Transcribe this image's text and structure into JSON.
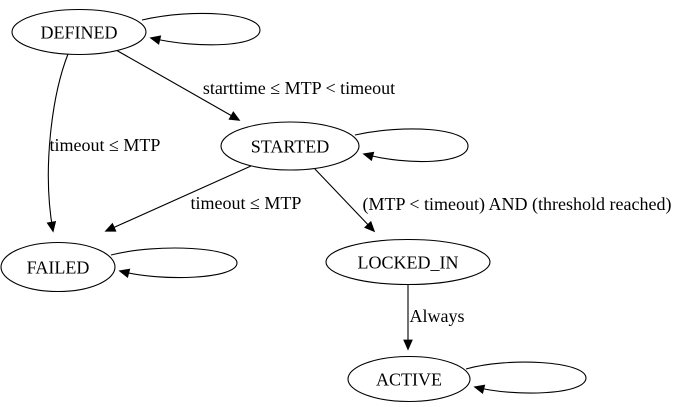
{
  "diagram": {
    "type": "state-transition-graph",
    "background_color": "#ffffff",
    "node_fill_color": "#ffffff",
    "node_stroke_color": "#000000",
    "edge_color": "#000000",
    "text_color": "#000000",
    "nodes": [
      {
        "label": "DEFINED",
        "has_self_loop": true
      },
      {
        "label": "STARTED",
        "has_self_loop": true
      },
      {
        "label": "FAILED",
        "has_self_loop": true
      },
      {
        "label": "LOCKED_IN",
        "has_self_loop": false
      },
      {
        "label": "ACTIVE",
        "has_self_loop": true
      }
    ],
    "edges": [
      {
        "from": "DEFINED",
        "to": "STARTED",
        "label": "starttime ≤ MTP < timeout"
      },
      {
        "from": "DEFINED",
        "to": "FAILED",
        "label": "timeout ≤ MTP"
      },
      {
        "from": "STARTED",
        "to": "FAILED",
        "label": "timeout ≤ MTP"
      },
      {
        "from": "STARTED",
        "to": "LOCKED_IN",
        "label": "(MTP < timeout) AND (threshold reached)"
      },
      {
        "from": "LOCKED_IN",
        "to": "ACTIVE",
        "label": "Always"
      }
    ]
  }
}
